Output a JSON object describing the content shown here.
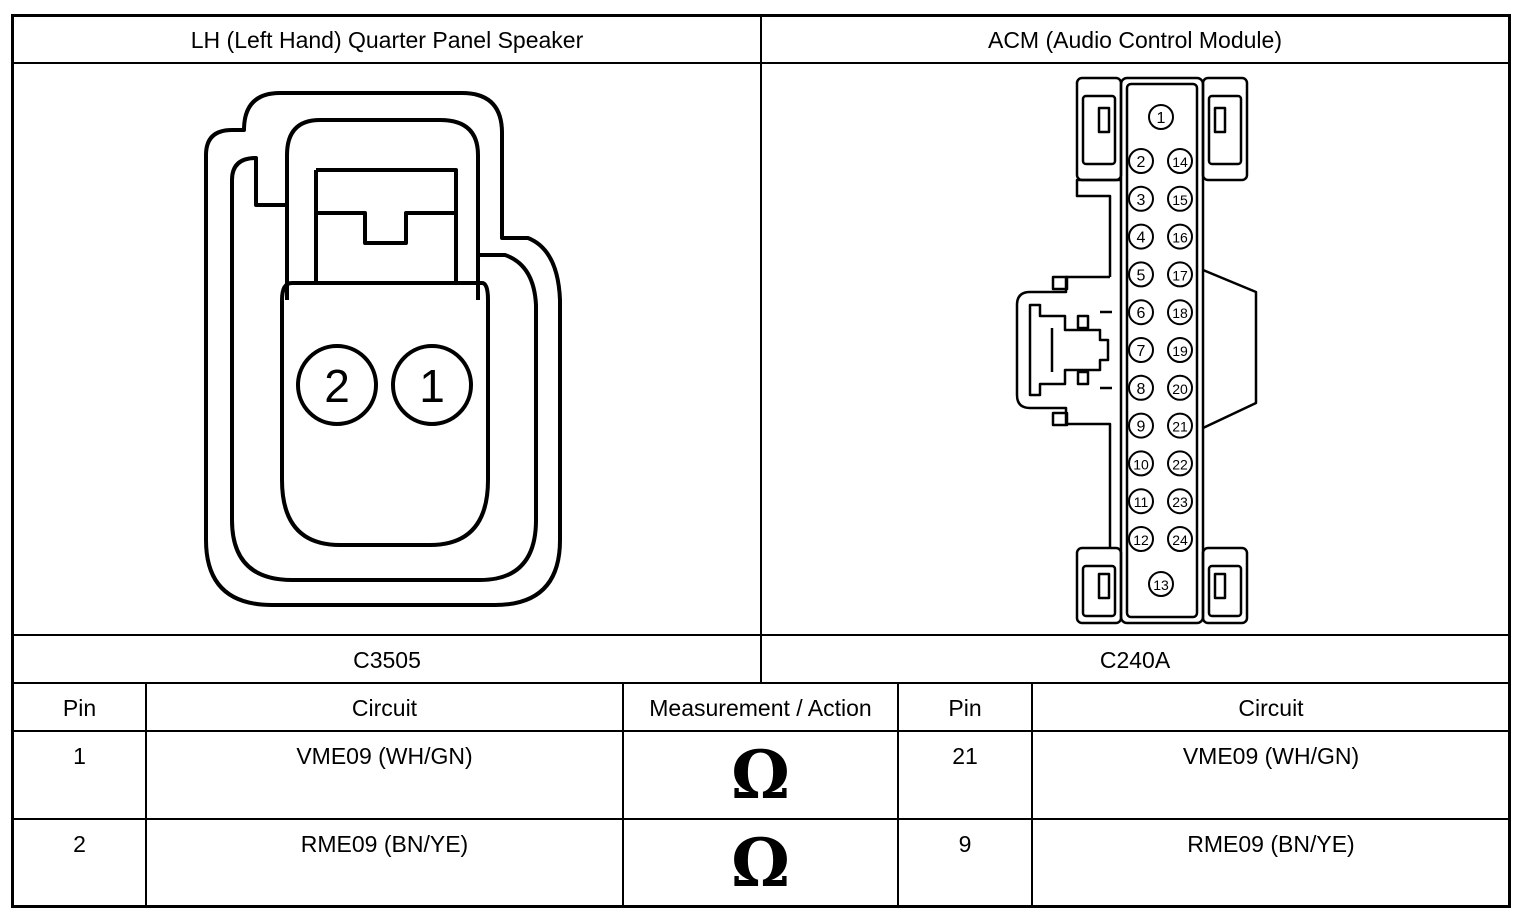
{
  "left_connector": {
    "title": "LH (Left Hand) Quarter Panel Speaker",
    "id": "C3505",
    "pins": [
      "2",
      "1"
    ]
  },
  "right_connector": {
    "title": "ACM (Audio Control Module)",
    "id": "C240A",
    "pin_top": "1",
    "pins_left": [
      "2",
      "3",
      "4",
      "5",
      "6",
      "7",
      "8",
      "9",
      "10",
      "11",
      "12"
    ],
    "pins_right": [
      "14",
      "15",
      "16",
      "17",
      "18",
      "19",
      "20",
      "21",
      "22",
      "23",
      "24"
    ],
    "pin_bottom": "13"
  },
  "table": {
    "headers": [
      "Pin",
      "Circuit",
      "Measurement / Action",
      "Pin",
      "Circuit"
    ],
    "rows": [
      {
        "pin_a": "1",
        "circuit_a": "VME09 (WH/GN)",
        "measure": "Ω",
        "pin_b": "21",
        "circuit_b": "VME09 (WH/GN)"
      },
      {
        "pin_a": "2",
        "circuit_a": "RME09 (BN/YE)",
        "measure": "Ω",
        "pin_b": "9",
        "circuit_b": "RME09 (BN/YE)"
      }
    ]
  }
}
